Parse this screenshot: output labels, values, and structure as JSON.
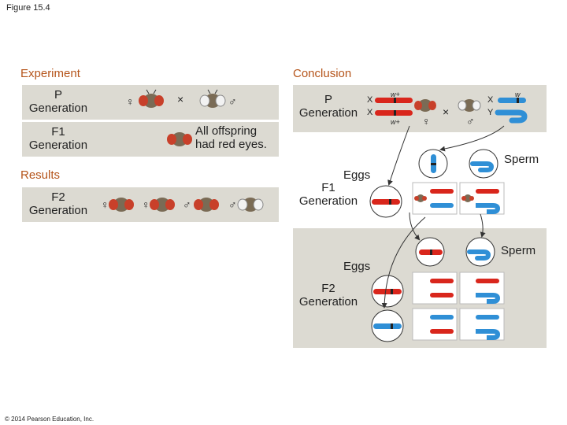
{
  "figure_label": "Figure 15.4",
  "copyright": "© 2014 Pearson Education, Inc.",
  "experiment": {
    "heading": "Experiment",
    "p_generation": "P\nGeneration",
    "f1_generation": "F1\nGeneration",
    "f1_result_text": "All offspring\nhad red eyes.",
    "results_heading": "Results",
    "f2_generation": "F2\nGeneration"
  },
  "conclusion": {
    "heading": "Conclusion",
    "p_generation": "P\nGeneration",
    "f1_generation": "F1\nGeneration",
    "f2_generation": "F2\nGeneration",
    "eggs_label_1": "Eggs",
    "sperm_label_1": "Sperm",
    "eggs_label_2": "Eggs",
    "sperm_label_2": "Sperm",
    "chrom_x_1": "X",
    "chrom_x_2": "X",
    "chrom_x_3": "X",
    "chrom_y": "Y",
    "allele_w_plus": "w+",
    "allele_w": "w"
  },
  "symbols": {
    "female": "♀",
    "male": "♂",
    "cross": "×"
  },
  "colors": {
    "heading": "#b5541a",
    "panel": "#dcdad2",
    "x_chromosome": "#d9261c",
    "y_chromosome": "#2f8fd6",
    "fly_eye_red": "#c8402a",
    "fly_eye_white": "#f2f2f2"
  }
}
